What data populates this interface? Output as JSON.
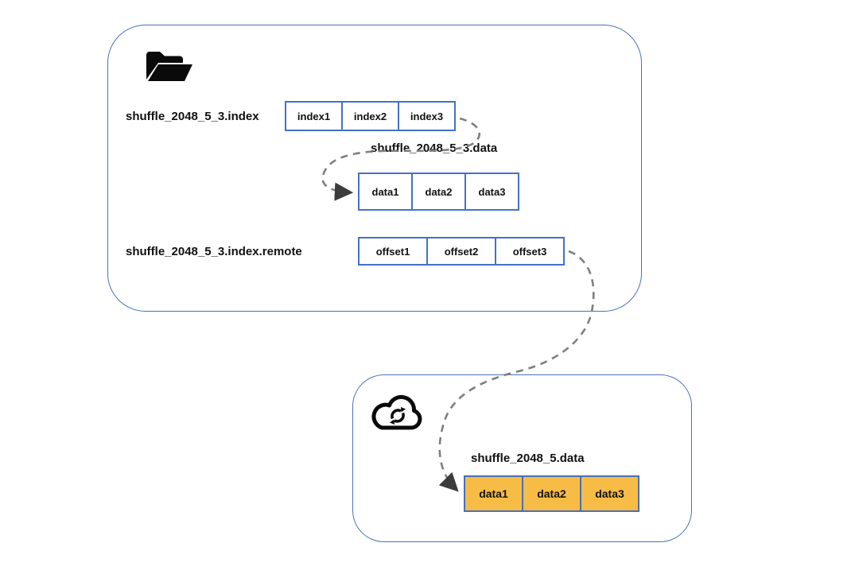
{
  "title": "shuffle files local and remote diagram",
  "local": {
    "icon": "open-folder-icon",
    "rows": [
      {
        "label": "shuffle_2048_5_3.index",
        "cells": [
          "index1",
          "index2",
          "index3"
        ]
      },
      {
        "label": "shuffle_2048_5_3.data",
        "cells": [
          "data1",
          "data2",
          "data3"
        ]
      },
      {
        "label": "shuffle_2048_5_3.index.remote",
        "cells": [
          "offset1",
          "offset2",
          "offset3"
        ]
      }
    ]
  },
  "remote": {
    "icon": "cloud-sync-icon",
    "rows": [
      {
        "label": "shuffle_2048_5.data",
        "cells": [
          "data1",
          "data2",
          "data3"
        ]
      }
    ]
  },
  "arrows": [
    {
      "name": "index3-to-local-data1",
      "style": "dashed-gray"
    },
    {
      "name": "offset3-to-remote-data1",
      "style": "dashed-gray"
    }
  ],
  "colors": {
    "cell_border_blue": "#4472C4",
    "container_border_blue": "#4A72B8",
    "remote_cell_orange": "#F7BC45",
    "arrow_gray": "#7F7F7F",
    "icon_black": "#111111",
    "background": "#FFFFFF"
  }
}
